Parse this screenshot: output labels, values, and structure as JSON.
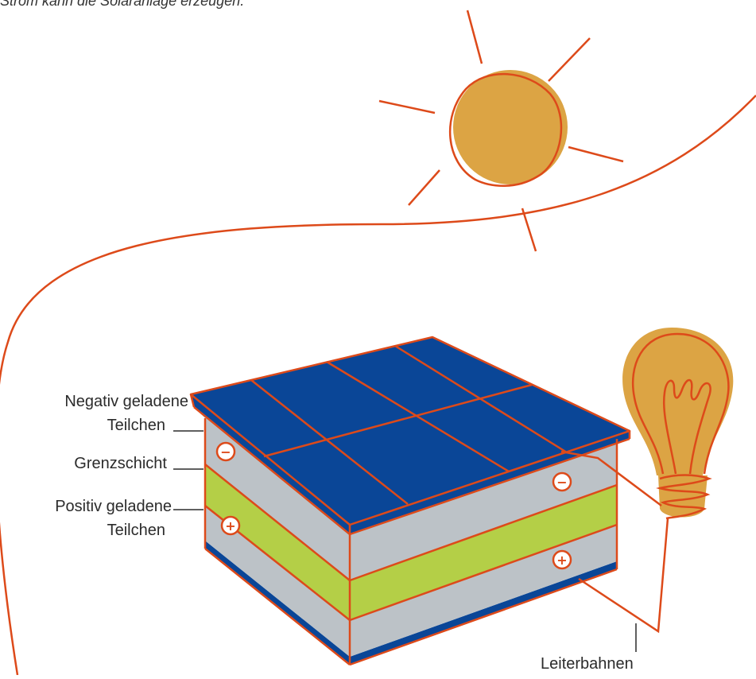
{
  "caption": "Strom kann die Solaranlage erzeugen.",
  "labels": {
    "negative_line1": "Negativ geladene",
    "negative_line2": "Teilchen",
    "boundary": "Grenzschicht",
    "positive_line1": "Positiv geladene",
    "positive_line2": "Teilchen",
    "conductors": "Leiterbahnen"
  },
  "charge_signs": {
    "negative": "−",
    "positive": "+"
  },
  "colors": {
    "outline": "#dd4a1a",
    "sun": "#dca444",
    "panel_blue": "#0a4697",
    "silicon_gray": "#bcc2c7",
    "boundary_green": "#b4cf47",
    "bulb": "#dca444",
    "label_text": "#2b2b2b"
  },
  "icons": [
    "sun-icon",
    "light-bulb-icon",
    "solar-cell-icon"
  ]
}
